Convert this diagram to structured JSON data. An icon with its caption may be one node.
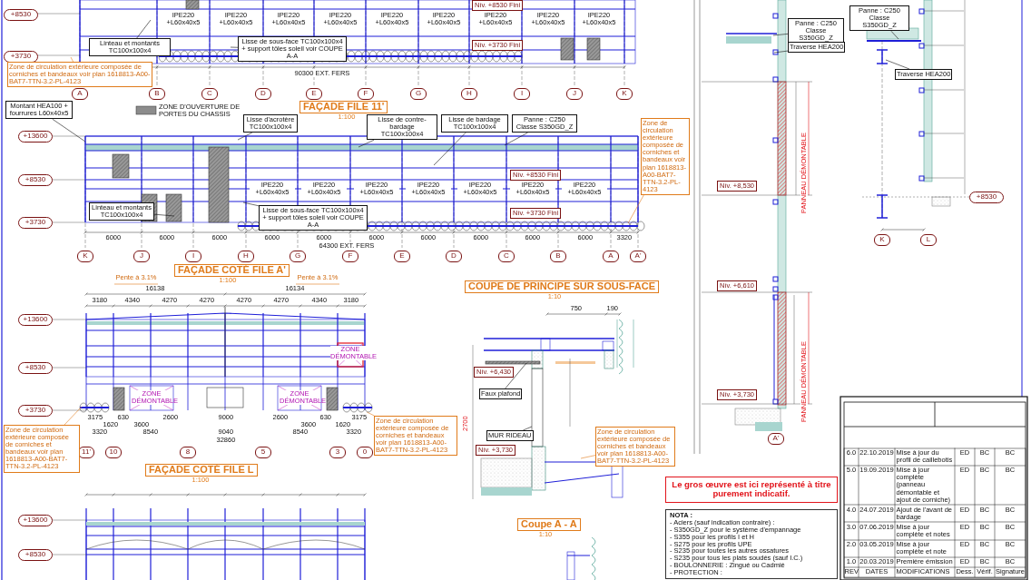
{
  "diagram": {
    "nodes": [
      {
        "text": [
          "+8530"
        ]
      },
      {
        "text": [
          "+3730"
        ]
      },
      {
        "text": [
          "A"
        ]
      },
      {
        "text": [
          "B"
        ]
      },
      {
        "text": [
          "C"
        ]
      },
      {
        "text": [
          "D"
        ]
      },
      {
        "text": [
          "E"
        ]
      },
      {
        "text": [
          "F"
        ]
      },
      {
        "text": [
          "G"
        ]
      },
      {
        "text": [
          "H"
        ]
      },
      {
        "text": [
          "I"
        ]
      },
      {
        "text": [
          "J"
        ]
      },
      {
        "text": [
          "K"
        ]
      },
      {
        "text": [
          "FAÇADE FILE 11'"
        ],
        "beside": [
          "1:100"
        ]
      },
      {
        "text": [
          "+13600"
        ]
      },
      {
        "text": [
          "+8530"
        ]
      },
      {
        "text": [
          "+3730"
        ]
      },
      {
        "text": [
          "K"
        ]
      },
      {
        "text": [
          "J"
        ]
      },
      {
        "text": [
          "I"
        ]
      },
      {
        "text": [
          "H"
        ]
      },
      {
        "text": [
          "G"
        ]
      },
      {
        "text": [
          "F"
        ]
      },
      {
        "text": [
          "E"
        ]
      },
      {
        "text": [
          "D"
        ]
      },
      {
        "text": [
          "C"
        ]
      },
      {
        "text": [
          "B"
        ]
      },
      {
        "text": [
          "A"
        ]
      },
      {
        "text": [
          "A'"
        ]
      },
      {
        "text": [
          "FAÇADE COTÉ FILE A'"
        ],
        "beside": [
          "1:100"
        ]
      },
      {
        "text": [
          "+13600"
        ]
      },
      {
        "text": [
          "+8530"
        ]
      },
      {
        "text": [
          "+3730"
        ]
      },
      {
        "text": [
          "11'"
        ]
      },
      {
        "text": [
          "10"
        ]
      },
      {
        "text": [
          "8"
        ]
      },
      {
        "text": [
          "5"
        ]
      },
      {
        "text": [
          "3"
        ]
      },
      {
        "text": [
          "0"
        ]
      },
      {
        "text": [
          "FAÇADE COTÉ FILE L"
        ],
        "beside": [
          "1:100"
        ]
      },
      {
        "text": [
          "+13600"
        ]
      },
      {
        "text": [
          "+8530"
        ]
      },
      {
        "text": [
          "COUPE DE PRINCIPE SUR SOUS-FACE"
        ],
        "beside": [
          "1:10"
        ]
      },
      {
        "text": [
          "Coupe A - A"
        ],
        "beside": [
          "1:10"
        ]
      },
      {
        "text": [
          "K"
        ]
      },
      {
        "text": [
          "L"
        ]
      },
      {
        "text": [
          "+8530"
        ]
      },
      {
        "text": [
          "A'"
        ]
      },
      {
        "text": [
          "Le gros œuvre est ici représenté à titre purement indicatif."
        ]
      },
      {
        "text": [
          "NOTA :",
          "- Aciers (sauf indication contraire) :",
          "- S350GD_Z pour le système d'empannage",
          "- S355 pour les profils I et H",
          "- S275 pour les profils UPE",
          "- S235 pour toutes les autres ossatures",
          "- S235 pour tous les plats soudés (sauf I.C.)",
          "- BOULONNERIE : Zingué ou Cadmié",
          "- PROTECTION :"
        ]
      },
      {
        "text": [
          "Nív. +8530 Fini"
        ]
      },
      {
        "text": [
          "Nív. +3730 Fini"
        ]
      },
      {
        "text": [
          "Nív. +8530 Fini"
        ]
      },
      {
        "text": [
          "Nív. +3730 Fini"
        ]
      },
      {
        "text": [
          "Nív. +6,430"
        ]
      },
      {
        "text": [
          "Nív. +3,730"
        ]
      },
      {
        "text": [
          "Nív. +8,530"
        ]
      },
      {
        "text": [
          "Nív. +6,610"
        ]
      },
      {
        "text": [
          "Nív. +3,730"
        ]
      },
      {
        "text": [
          "Linteau et montants TC100x100x4"
        ]
      },
      {
        "text": [
          "Lisse de sous-face TC100x100x4 + support tôles soleil voir COUPE A-A"
        ]
      },
      {
        "text": [
          "Lisse d'acrotère TC100x100x4"
        ]
      },
      {
        "text": [
          "Lisse de contre-bardage TC100x100x4"
        ]
      },
      {
        "text": [
          "Lisse de bardage TC100x100x4"
        ]
      },
      {
        "text": [
          "Panne : C250 Classe S350GD_Z"
        ]
      },
      {
        "text": [
          "Montant HEA100 + fourrures L60x40x5"
        ]
      },
      {
        "text": [
          "Linteau et montants TC100x100x4"
        ]
      },
      {
        "text": [
          "Lisse de sous-face TC100x100x4 + support tôles soleil voir COUPE A-A"
        ]
      },
      {
        "text": [
          "Faux plafond"
        ]
      },
      {
        "text": [
          "MUR RIDEAU"
        ]
      },
      {
        "text": [
          "Panne : C250 Classe S350GD_Z"
        ]
      },
      {
        "text": [
          "Traverse HEA200"
        ]
      },
      {
        "text": [
          "Traverse HEA200"
        ]
      },
      {
        "text": [
          "Panne : C250 Classe S350GD_Z"
        ]
      },
      {
        "text": [
          "Zone de circulation extérieure composée de corniches et bandeaux voir plan 1618813-A00-BAT7-TTN-3.2-PL-4123"
        ]
      },
      {
        "text": [
          "Zone de circulation extérieure composée de corniches et bandeaux voir plan 1618813-A00-BAT7-TTN-3.2-PL-4123"
        ]
      },
      {
        "text": [
          "Zone de circulation extérieure composée de corniches et bandeaux voir plan 1618813-A00-BAT7-TTN-3.2-PL-4123"
        ]
      },
      {
        "text": [
          "Zone de circulation extérieure composée de corniches et bandeaux voir plan 1618813-A00-BAT7-TTN-3.2-PL-4123"
        ]
      },
      {
        "text": [
          "Zone de circulation extérieure composée de corniches et bandeaux voir plan 1618813-A00-BAT7-TTN-3.2-PL-4123"
        ]
      },
      {
        "text": [],
        "shape": "cloud"
      }
    ],
    "edges": [
      {
        "from": 59,
        "to": null,
        "arrow": "none"
      },
      {
        "from": 60,
        "to": null,
        "arrow": "none"
      },
      {
        "from": 61,
        "to": null,
        "arrow": "none"
      },
      {
        "from": 62,
        "to": null,
        "arrow": "none"
      },
      {
        "from": 63,
        "to": null,
        "arrow": "none"
      },
      {
        "from": 64,
        "to": null,
        "arrow": "none"
      },
      {
        "from": 65,
        "to": null,
        "arrow": "none"
      },
      {
        "from": 66,
        "to": null,
        "arrow": "none"
      },
      {
        "from": 67,
        "to": null,
        "arrow": "none"
      },
      {
        "from": 68,
        "to": null,
        "arrow": "none"
      },
      {
        "from": 69,
        "to": null,
        "arrow": "none"
      },
      {
        "from": 70,
        "to": null,
        "arrow": "none"
      },
      {
        "from": 71,
        "to": null,
        "arrow": "none"
      },
      {
        "from": 72,
        "to": null,
        "arrow": "none"
      },
      {
        "from": 73,
        "to": null,
        "arrow": "none"
      },
      {
        "from": 74,
        "to": null,
        "arrow": "none",
        "color": "#e07b1a"
      },
      {
        "from": 75,
        "to": null,
        "arrow": "none",
        "color": "#e07b1a"
      },
      {
        "from": 76,
        "to": null,
        "arrow": "none",
        "color": "#e07b1a"
      },
      {
        "from": 77,
        "to": 79,
        "arrow": "none",
        "color": "#e07b1a"
      },
      {
        "from": 78,
        "to": null,
        "arrow": "none",
        "color": "#e07b1a"
      }
    ],
    "labels": [
      "IPE220 +L60x40x5",
      "IPE220 +L60x40x5",
      "IPE220 +L60x40x5",
      "IPE220 +L60x40x5",
      "IPE220 +L60x40x5",
      "IPE220 +L60x40x5",
      "IPE220 +L60x40x5",
      "IPE220 +L60x40x5",
      "IPE220 +L60x40x5",
      "90300 EXT. FERS",
      "IPE220 +L60x40x5",
      "IPE220 +L60x40x5",
      "IPE220 +L60x40x5",
      "IPE220 +L60x40x5",
      "IPE220 +L60x40x5",
      "IPE220 +L60x40x5",
      "IPE220 +L60x40x5",
      "6000",
      "6000",
      "6000",
      "6000",
      "6000",
      "6000",
      "6000",
      "6000",
      "6000",
      "6000",
      "3320",
      "64300 EXT. FERS",
      "Pente à 3.1%",
      "Pente à 3.1%",
      "16138",
      "16134",
      "3180",
      "4340",
      "4270",
      "4270",
      "4270",
      "4270",
      "4340",
      "3180",
      "3175",
      "1620",
      "630",
      "3600",
      "2600",
      "9000",
      "2600",
      "3600",
      "630",
      "1620",
      "3175",
      "3320",
      "8540",
      "9040",
      "8540",
      "3320",
      "32860",
      "ZONE DÉMONTABLE",
      "ZONE DÉMONTABLE",
      "ZONE DÉMONTABLE",
      "2700",
      "750",
      "190",
      "PANNEAU DÉMONTABLE",
      "PANNEAU DÉMONTABLE",
      "6.0",
      "22.10.2019",
      "Mise à jour du profil de caillebotis",
      "ED",
      "BC",
      "BC",
      "5.0",
      "19.09.2019",
      "Mise à jour complète (panneau démontable et ajout de corniche)",
      "ED",
      "BC",
      "BC",
      "4.0",
      "24.07.2019",
      "Ajout de l'avant de bardage",
      "ED",
      "BC",
      "BC",
      "3.0",
      "07.06.2019",
      "Mise à jour complète et notes",
      "ED",
      "BC",
      "BC",
      "2.0",
      "03.05.2019",
      "Mise à jour complète et note",
      "ED",
      "BC",
      "BC",
      "1.0",
      "20.03.2019",
      "Première émission",
      "ED",
      "BC",
      "BC",
      "REV",
      "DATES",
      "MODIFICATIONS",
      "Dess.",
      "Vérif.",
      "Signature"
    ],
    "legend": [
      {
        "text": "ZONE D'OUVERTURE DE PORTES DU CHASSIS",
        "color": "#8c8c8c"
      }
    ]
  }
}
